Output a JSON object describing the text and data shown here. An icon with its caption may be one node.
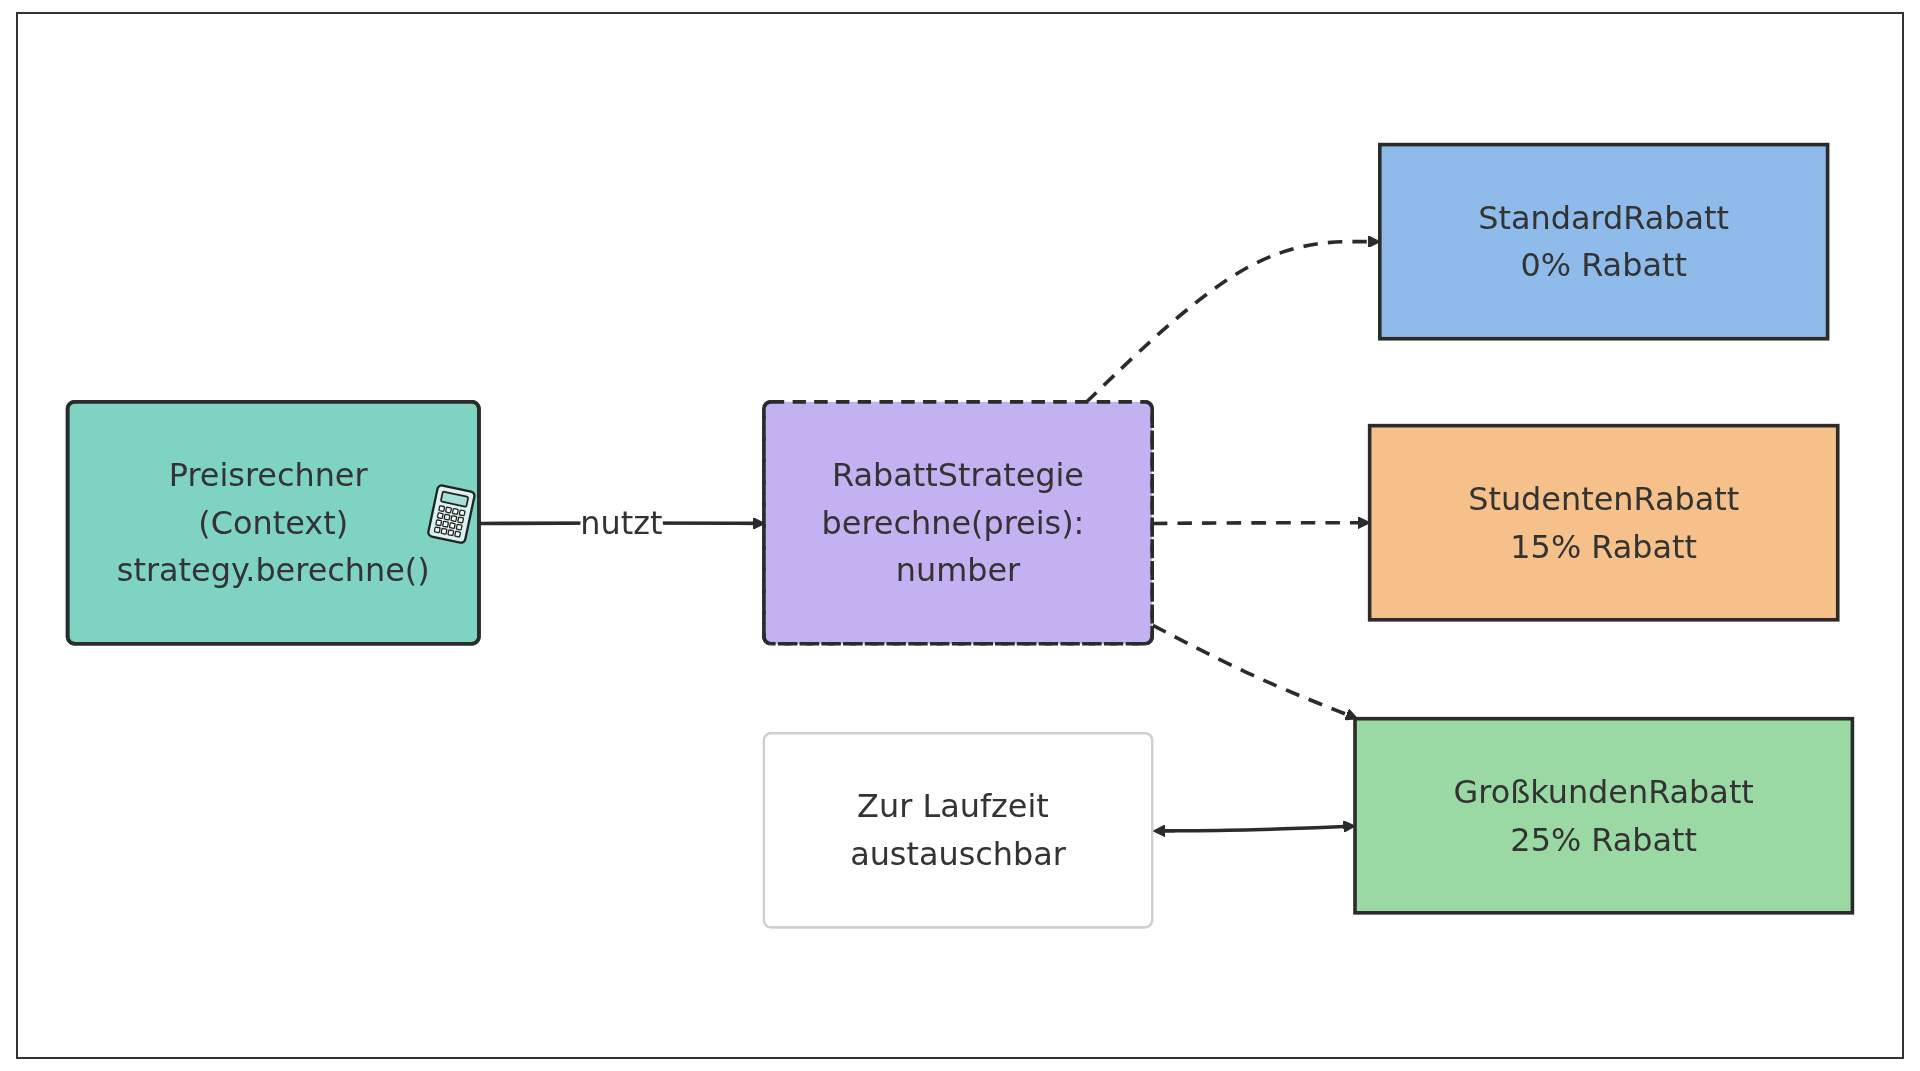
{
  "diagram": {
    "nodes": [
      {
        "text": [
          "Preisrechner (Context)",
          "strategy.berechne()"
        ]
      },
      {
        "text": [
          "RabattStrategie",
          "berechne(preis): number"
        ]
      },
      {
        "text": [
          "StandardRabatt",
          "0% Rabatt"
        ]
      },
      {
        "text": [
          "StudentenRabatt",
          "15% Rabatt"
        ]
      },
      {
        "text": [
          "GroßkundenRabatt",
          "25% Rabatt"
        ]
      },
      {
        "text": [
          "Zur Laufzeit austauschbar"
        ]
      }
    ],
    "edges": [
      {
        "from": 0,
        "to": 1,
        "arrow": "to",
        "label": "nutzt"
      },
      {
        "from": 1,
        "to": 2,
        "arrow": "to",
        "style": "dashed"
      },
      {
        "from": 1,
        "to": 3,
        "arrow": "to",
        "style": "dashed"
      },
      {
        "from": 1,
        "to": 4,
        "arrow": "to",
        "style": "dashed"
      },
      {
        "from": 5,
        "to": 4,
        "arrow": "both"
      }
    ]
  }
}
